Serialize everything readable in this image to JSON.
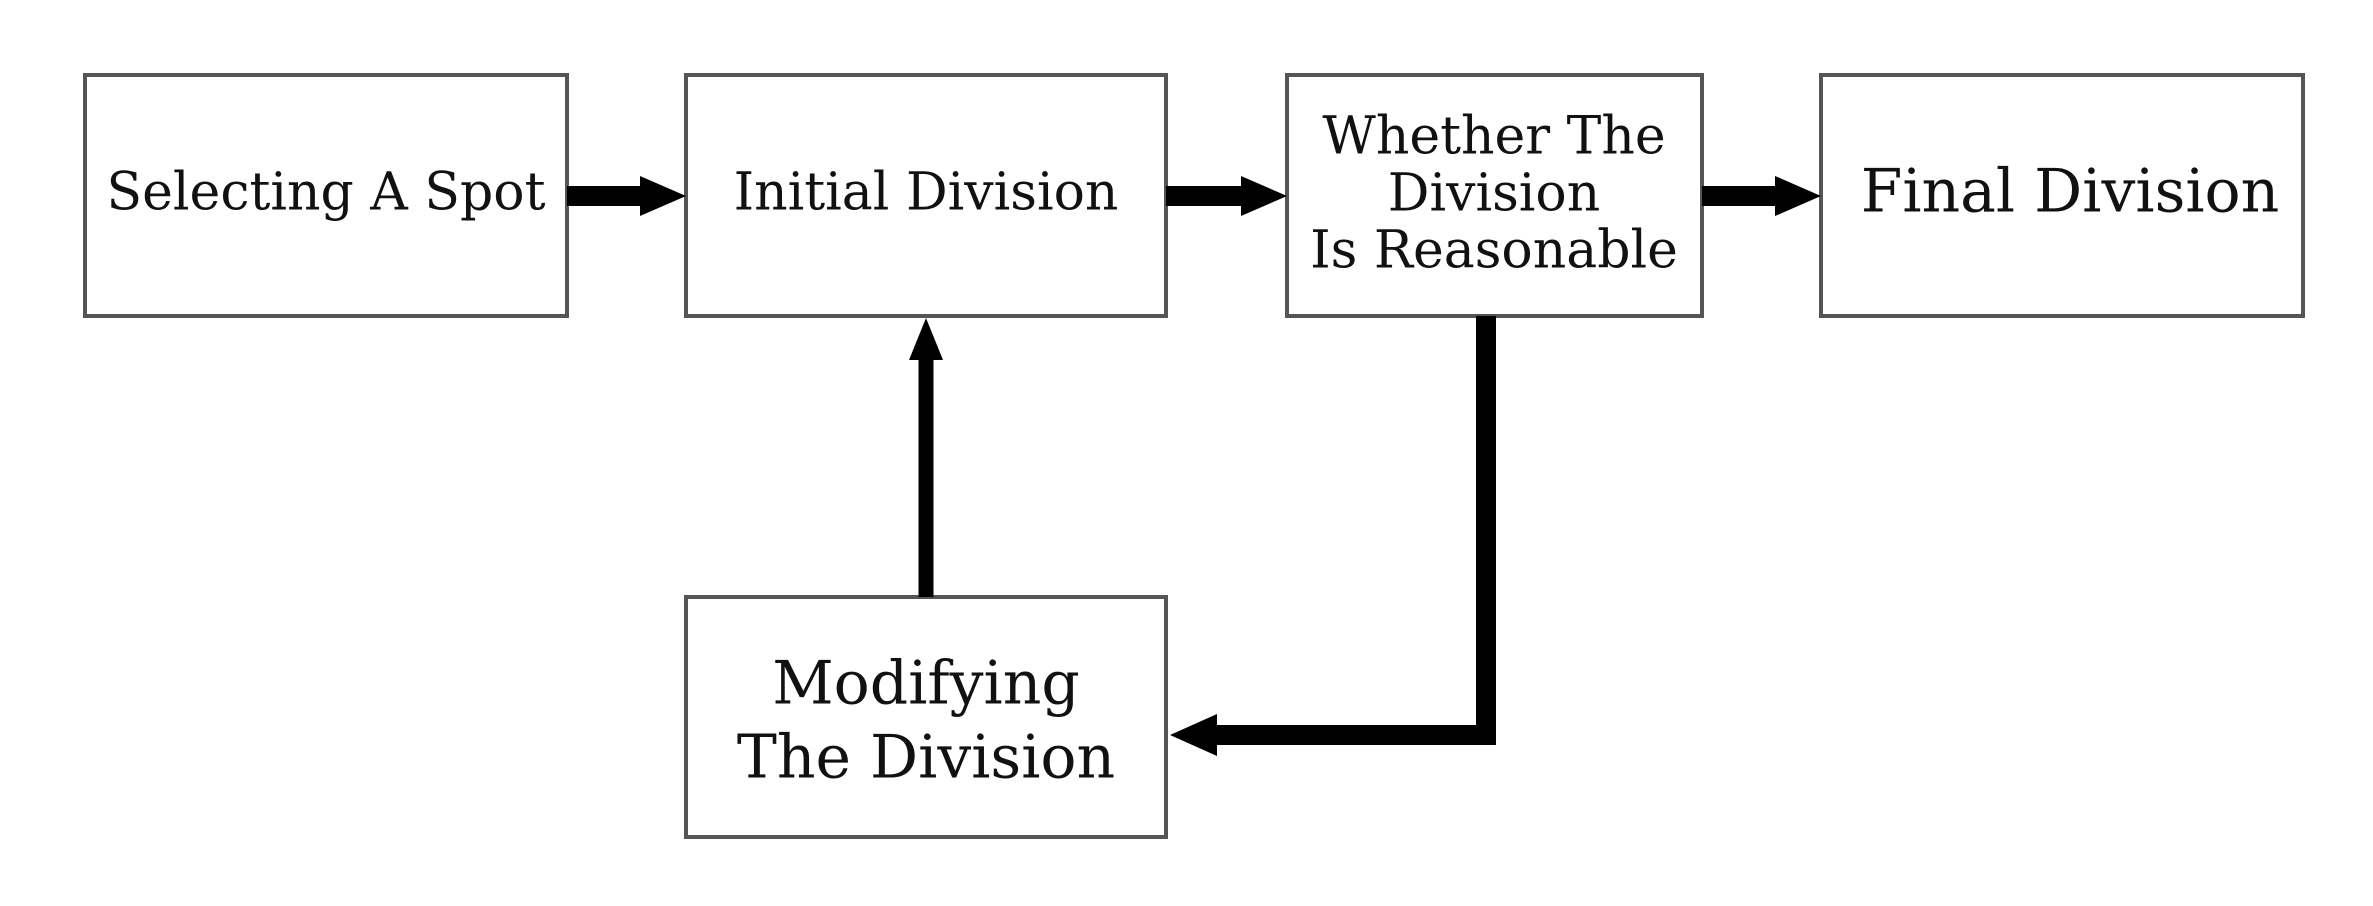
{
  "nodes": {
    "selecting_spot": {
      "label": "Selecting A Spot"
    },
    "initial_division": {
      "label": "Initial Division"
    },
    "whether_reasonable": {
      "lines": [
        "Whether The",
        "Division",
        "Is Reasonable"
      ]
    },
    "final_division": {
      "label": "Final Division"
    },
    "modifying_division": {
      "lines": [
        "Modifying",
        "The Division"
      ]
    }
  },
  "edges": [
    {
      "from": "Selecting A Spot",
      "to": "Initial Division"
    },
    {
      "from": "Initial Division",
      "to": "Whether The Division Is Reasonable"
    },
    {
      "from": "Whether The Division Is Reasonable",
      "to": "Final Division"
    },
    {
      "from": "Whether The Division Is Reasonable",
      "to": "Modifying The Division"
    },
    {
      "from": "Modifying The Division",
      "to": "Initial Division"
    }
  ],
  "colors": {
    "box_border": "#555555",
    "arrow": "#000000",
    "text": "#111111",
    "background": "#ffffff"
  }
}
